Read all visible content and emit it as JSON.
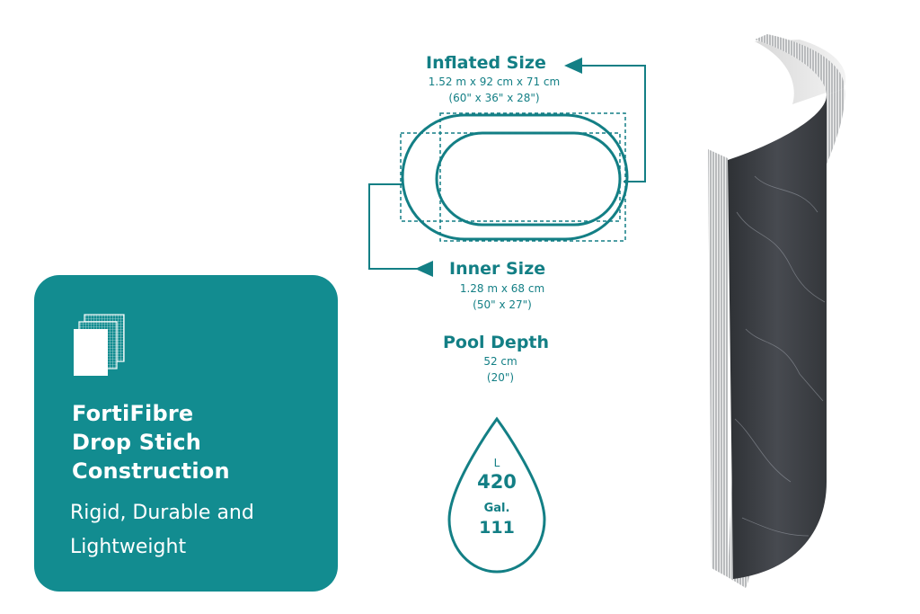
{
  "feature_card": {
    "title_lines": [
      "FortiFibre",
      "Drop Stich",
      "Construction"
    ],
    "subtitle_lines": [
      "Rigid, Durable and",
      "Lightweight"
    ],
    "icon": "fabric-layers-icon",
    "background_color": "#128c90",
    "text_color": "#ffffff"
  },
  "dimensions": {
    "inflated": {
      "label": "Inflated Size",
      "metric": "1.52 m x 92 cm x 71 cm",
      "imperial": "(60\" x 36\" x 28\")"
    },
    "inner": {
      "label": "Inner Size",
      "metric": "1.28 m x 68 cm",
      "imperial": "(50\" x 27\")"
    },
    "depth": {
      "label": "Pool Depth",
      "metric": "52 cm",
      "imperial": "(20\")"
    }
  },
  "volume": {
    "liters_unit": "L",
    "liters_value": "420",
    "gallons_unit": "Gal.",
    "gallons_value": "111",
    "icon": "water-drop-icon"
  },
  "colors": {
    "accent": "#137f85",
    "card": "#128c90",
    "wall_dark": "#3a3d42",
    "wall_mesh": "#c9cbcd"
  }
}
